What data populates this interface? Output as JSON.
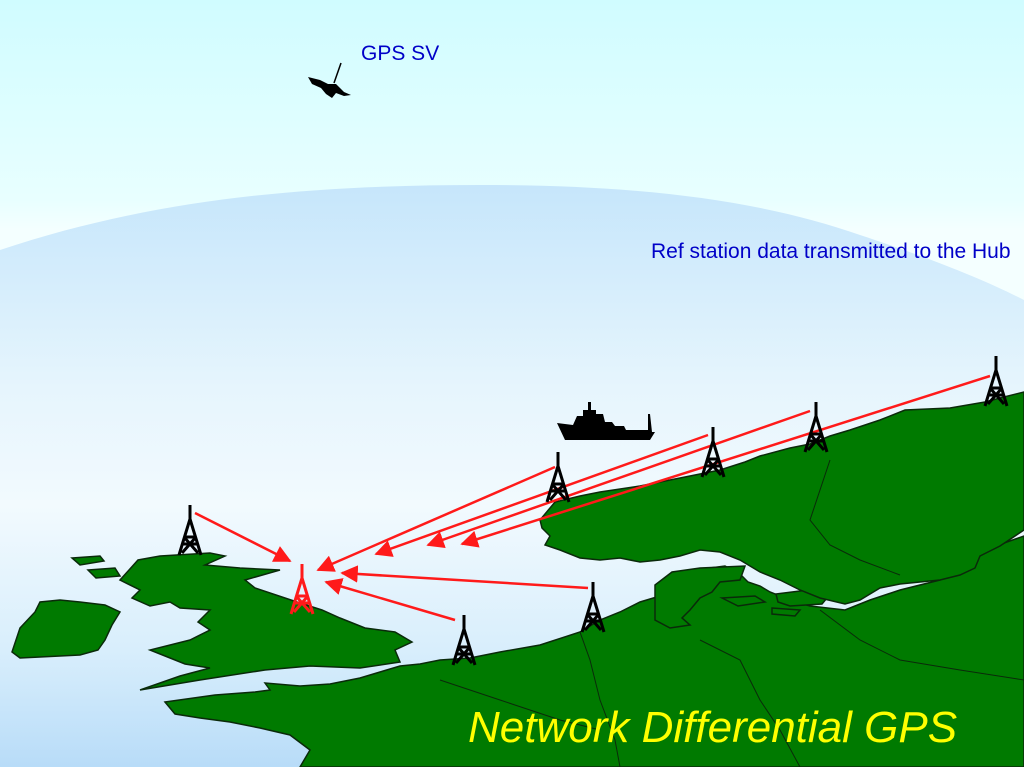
{
  "diagram": {
    "title": "Network Differential GPS",
    "labels": {
      "satellite": "GPS SV",
      "data_flow": "Ref station data transmitted to the Hub"
    },
    "nodes": [
      {
        "id": "gps-sv",
        "type": "satellite",
        "icon": "satellite-icon"
      },
      {
        "id": "ship",
        "type": "vessel",
        "icon": "ship-icon"
      },
      {
        "id": "hub",
        "type": "hub-station",
        "icon": "radio-tower-icon",
        "color": "#ff0000"
      },
      {
        "id": "ref-scotland",
        "type": "reference-station",
        "icon": "radio-tower-icon"
      },
      {
        "id": "ref-netherlands",
        "type": "reference-station",
        "icon": "radio-tower-icon"
      },
      {
        "id": "ref-denmark",
        "type": "reference-station",
        "icon": "radio-tower-icon"
      },
      {
        "id": "ref-norway-1",
        "type": "reference-station",
        "icon": "radio-tower-icon"
      },
      {
        "id": "ref-norway-2",
        "type": "reference-station",
        "icon": "radio-tower-icon"
      },
      {
        "id": "ref-norway-3",
        "type": "reference-station",
        "icon": "radio-tower-icon"
      },
      {
        "id": "ref-norway-4",
        "type": "reference-station",
        "icon": "radio-tower-icon"
      }
    ],
    "edges": [
      {
        "from": "ref-scotland",
        "to": "hub"
      },
      {
        "from": "ref-netherlands",
        "to": "hub"
      },
      {
        "from": "ref-denmark",
        "to": "hub"
      },
      {
        "from": "ref-norway-1",
        "to": "hub"
      },
      {
        "from": "ref-norway-2",
        "to": "hub"
      },
      {
        "from": "ref-norway-3",
        "to": "hub"
      },
      {
        "from": "ref-norway-4",
        "to": "hub"
      }
    ],
    "colors": {
      "sky": "#d2fdff",
      "sea": "#c8e8fb",
      "land": "#007a00",
      "arrow": "#ff1a1a",
      "label_text": "#0000c8",
      "title_text": "#ffff00"
    }
  }
}
